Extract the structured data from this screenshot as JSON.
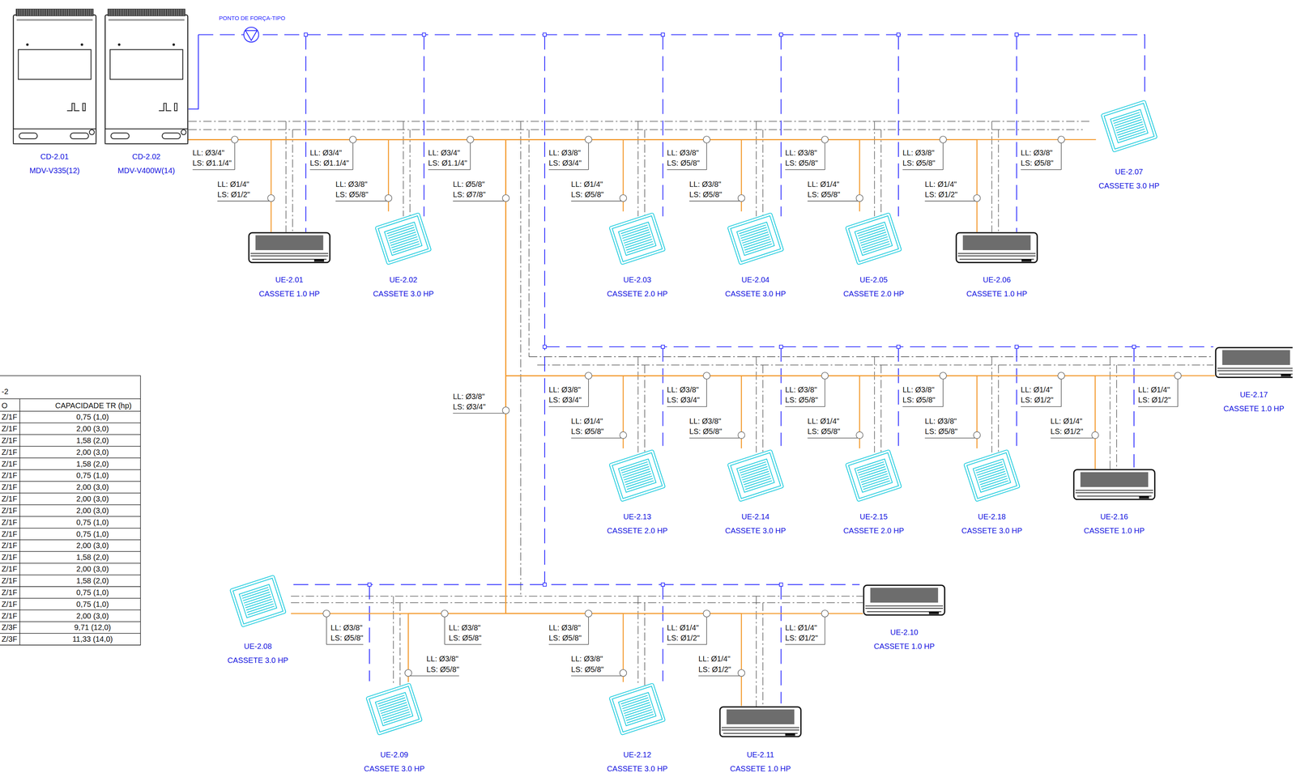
{
  "diagram": {
    "nodes": [
      {
        "text": [
          "CD-2.01",
          "MDV-V335(12)"
        ]
      },
      {
        "text": [
          "CD-2.02",
          "MDV-V400W(14)"
        ]
      },
      {
        "text": [
          "UE-2.07",
          "CASSETE 3.0 HP"
        ]
      },
      {
        "text": [
          "UE-2.01",
          "CASSETE 1.0 HP"
        ]
      },
      {
        "text": [
          "UE-2.02",
          "CASSETE 3.0 HP"
        ]
      },
      {
        "text": [
          "UE-2.03",
          "CASSETE 2.0 HP"
        ]
      },
      {
        "text": [
          "UE-2.04",
          "CASSETE 3.0 HP"
        ]
      },
      {
        "text": [
          "UE-2.05",
          "CASSETE 2.0 HP"
        ]
      },
      {
        "text": [
          "UE-2.06",
          "CASSETE 1.0 HP"
        ]
      },
      {
        "text": [
          "UE-2.17",
          "CASSETE 1.0 HP"
        ]
      },
      {
        "text": [
          "UE-2.13",
          "CASSETE 2.0 HP"
        ]
      },
      {
        "text": [
          "UE-2.14",
          "CASSETE 3.0 HP"
        ]
      },
      {
        "text": [
          "UE-2.15",
          "CASSETE 2.0 HP"
        ]
      },
      {
        "text": [
          "UE-2.18",
          "CASSETE 3.0 HP"
        ]
      },
      {
        "text": [
          "UE-2.16",
          "CASSETE 1.0 HP"
        ]
      },
      {
        "text": [
          "UE-2.08",
          "CASSETE 3.0 HP"
        ]
      },
      {
        "text": [
          "UE-2.10",
          "CASSETE 1.0 HP"
        ]
      },
      {
        "text": [
          "UE-2.09",
          "CASSETE 3.0 HP"
        ]
      },
      {
        "text": [
          "UE-2.12",
          "CASSETE 3.0 HP"
        ]
      },
      {
        "text": [
          "UE-2.11",
          "CASSETE 1.0 HP"
        ]
      }
    ],
    "edges": [
      {
        "from": 1,
        "to": 2,
        "arrow": "none"
      },
      {
        "from": 1,
        "to": 3,
        "arrow": "none"
      },
      {
        "from": 1,
        "to": 4,
        "arrow": "none"
      },
      {
        "from": 1,
        "to": 5,
        "arrow": "none"
      },
      {
        "from": 1,
        "to": 6,
        "arrow": "none"
      },
      {
        "from": 1,
        "to": 7,
        "arrow": "none"
      },
      {
        "from": 1,
        "to": 8,
        "arrow": "none"
      },
      {
        "from": 1,
        "to": 9,
        "arrow": "none"
      },
      {
        "from": 1,
        "to": 10,
        "arrow": "none"
      },
      {
        "from": 1,
        "to": 11,
        "arrow": "none"
      },
      {
        "from": 1,
        "to": 12,
        "arrow": "none"
      },
      {
        "from": 1,
        "to": 13,
        "arrow": "none"
      },
      {
        "from": 1,
        "to": 14,
        "arrow": "none"
      },
      {
        "from": 1,
        "to": 15,
        "arrow": "none"
      },
      {
        "from": 1,
        "to": 16,
        "arrow": "none"
      },
      {
        "from": 1,
        "to": 17,
        "arrow": "none"
      },
      {
        "from": 1,
        "to": 18,
        "arrow": "none"
      },
      {
        "from": 1,
        "to": 19,
        "arrow": "none"
      }
    ],
    "labels": [
      "PONTO DE FORÇA-TIPO",
      "LL: Ø3/4\"",
      "LS: Ø1.1/4\"",
      "LL: Ø3/4\"",
      "LS: Ø1.1/4\"",
      "LL: Ø3/4\"",
      "LS: Ø1.1/4\"",
      "LL: Ø3/8\"",
      "LS: Ø3/4\"",
      "LL: Ø3/8\"",
      "LS: Ø5/8\"",
      "LL: Ø3/8\"",
      "LS: Ø5/8\"",
      "LL: Ø3/8\"",
      "LS: Ø5/8\"",
      "LL: Ø3/8\"",
      "LS: Ø5/8\"",
      "LL: Ø1/4\"",
      "LS: Ø1/2\"",
      "LL: Ø3/8\"",
      "LS: Ø5/8\"",
      "LL: Ø5/8\"",
      "LS: Ø7/8\"",
      "LL: Ø1/4\"",
      "LS: Ø5/8\"",
      "LL: Ø3/8\"",
      "LS: Ø5/8\"",
      "LL: Ø1/4\"",
      "LS: Ø5/8\"",
      "LL: Ø1/4\"",
      "LS: Ø1/2\"",
      "LL: Ø3/8\"",
      "LS: Ø3/4\"",
      "LL: Ø3/8\"",
      "LS: Ø3/4\"",
      "LL: Ø3/8\"",
      "LS: Ø3/4\"",
      "LL: Ø3/8\"",
      "LS: Ø5/8\"",
      "LL: Ø3/8\"",
      "LS: Ø5/8\"",
      "LL: Ø1/4\"",
      "LS: Ø1/2\"",
      "LL: Ø1/4\"",
      "LS: Ø1/2\"",
      "LL: Ø1/4\"",
      "LS: Ø5/8\"",
      "LL: Ø3/8\"",
      "LS: Ø5/8\"",
      "LL: Ø1/4\"",
      "LS: Ø5/8\"",
      "LL: Ø3/8\"",
      "LS: Ø5/8\"",
      "LL: Ø1/4\"",
      "LS: Ø1/2\"",
      "LL: Ø3/8\"",
      "LS: Ø5/8\"",
      "LL: Ø3/8\"",
      "LS: Ø5/8\"",
      "LL: Ø3/8\"",
      "LS: Ø5/8\"",
      "LL: Ø1/4\"",
      "LS: Ø1/2\"",
      "LL: Ø1/4\"",
      "LS: Ø1/2\"",
      "LL: Ø3/8\"",
      "LS: Ø5/8\"",
      "LL: Ø3/8\"",
      "LS: Ø5/8\"",
      "LL: Ø1/4\"",
      "LS: Ø1/2\"",
      "-2",
      "O",
      "CAPACIDADE TR (hp)",
      "Z/1F",
      "0,75 (1,0)",
      "Z/1F",
      "2,00 (3,0)",
      "Z/1F",
      "1,58 (2,0)",
      "Z/1F",
      "2,00 (3,0)",
      "Z/1F",
      "1,58 (2,0)",
      "Z/1F",
      "0,75 (1,0)",
      "Z/1F",
      "2,00 (3,0)",
      "Z/1F",
      "2,00 (3,0)",
      "Z/1F",
      "2,00 (3,0)",
      "Z/1F",
      "0,75 (1,0)",
      "Z/1F",
      "0,75 (1,0)",
      "Z/1F",
      "2,00 (3,0)",
      "Z/1F",
      "1,58 (2,0)",
      "Z/1F",
      "2,00 (3,0)",
      "Z/1F",
      "1,58 (2,0)",
      "Z/1F",
      "0,75 (1,0)",
      "Z/1F",
      "0,75 (1,0)",
      "Z/1F",
      "2,00 (3,0)",
      "Z/3F",
      "9,71 (12,0)",
      "Z/3F",
      "11,33 (14,0)"
    ]
  }
}
